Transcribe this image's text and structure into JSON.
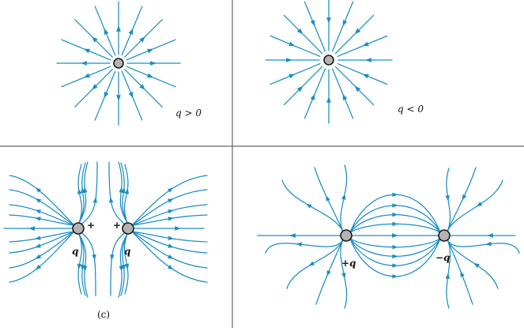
{
  "colors": {
    "field_line": "#1a8fc4",
    "charge_fill": "#b3b3b3",
    "charge_stroke": "#1a1a1a",
    "divider": "#666666"
  },
  "panels": {
    "positive": {
      "label": "q > 0"
    },
    "negative": {
      "label": "q < 0"
    },
    "like": {
      "caption": "(c)",
      "left_sign": "+",
      "right_sign": "+",
      "left_label": "q",
      "right_label": "q"
    },
    "dipole": {
      "left_label": "+q",
      "right_label": "−q"
    }
  }
}
